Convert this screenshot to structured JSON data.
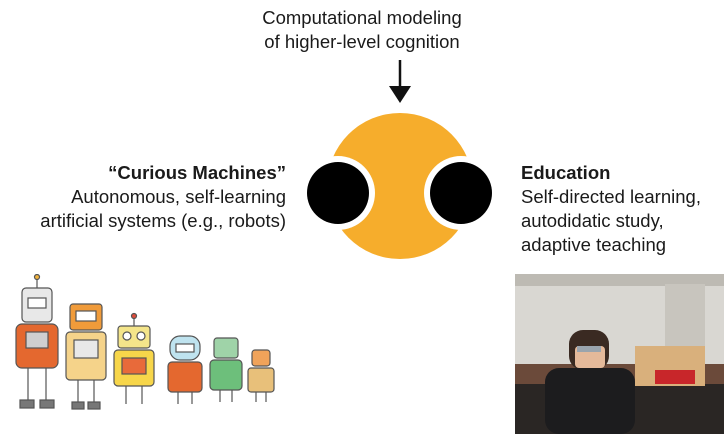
{
  "top": {
    "line1": "Computational modeling",
    "line2": "of higher-level cognition"
  },
  "left": {
    "title": "“Curious Machines”",
    "line1": "Autonomous, self-learning",
    "line2": "artificial systems (e.g., robots)"
  },
  "right": {
    "title": "Education",
    "line1": "Self-directed learning,",
    "line2": "autodidatic study,",
    "line3": "adaptive teaching"
  },
  "colors": {
    "center": "#F6AD2C",
    "dark": "#000000",
    "text": "#1a1a1a"
  },
  "icons": [
    "down-arrow-icon",
    "center-logo-icon"
  ]
}
